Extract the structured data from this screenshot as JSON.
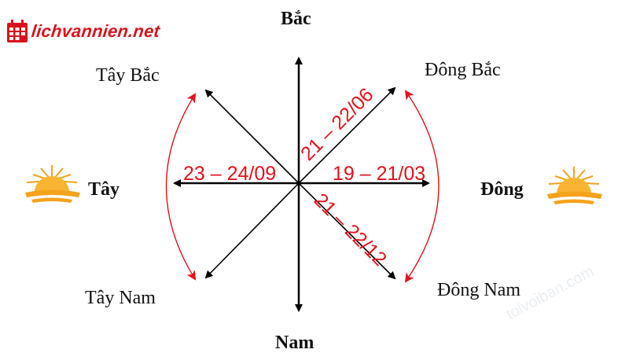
{
  "brand": {
    "logo_text": "lichvannien.net",
    "icon": "calendar-icon",
    "color": "#d8131b"
  },
  "directions": {
    "north": "Bắc",
    "south": "Nam",
    "east": "Đông",
    "west": "Tây",
    "northeast": "Đông Bắc",
    "northwest": "Tây Bắc",
    "southeast": "Đông Nam",
    "southwest": "Tây Nam"
  },
  "dates": {
    "equinox_west": "23 – 24/09",
    "equinox_east": "19 – 21/03",
    "solstice_ne": "21 – 22/06",
    "solstice_se": "21 – 22/12"
  },
  "icons": {
    "west_sun": "sunrise-icon",
    "east_sun": "sunrise-icon"
  },
  "watermark": "toivoiban.com",
  "colors": {
    "arrows": "#000000",
    "arcs": "#e3121b",
    "dates": "#e3121b",
    "sun": "#f5a21c"
  }
}
